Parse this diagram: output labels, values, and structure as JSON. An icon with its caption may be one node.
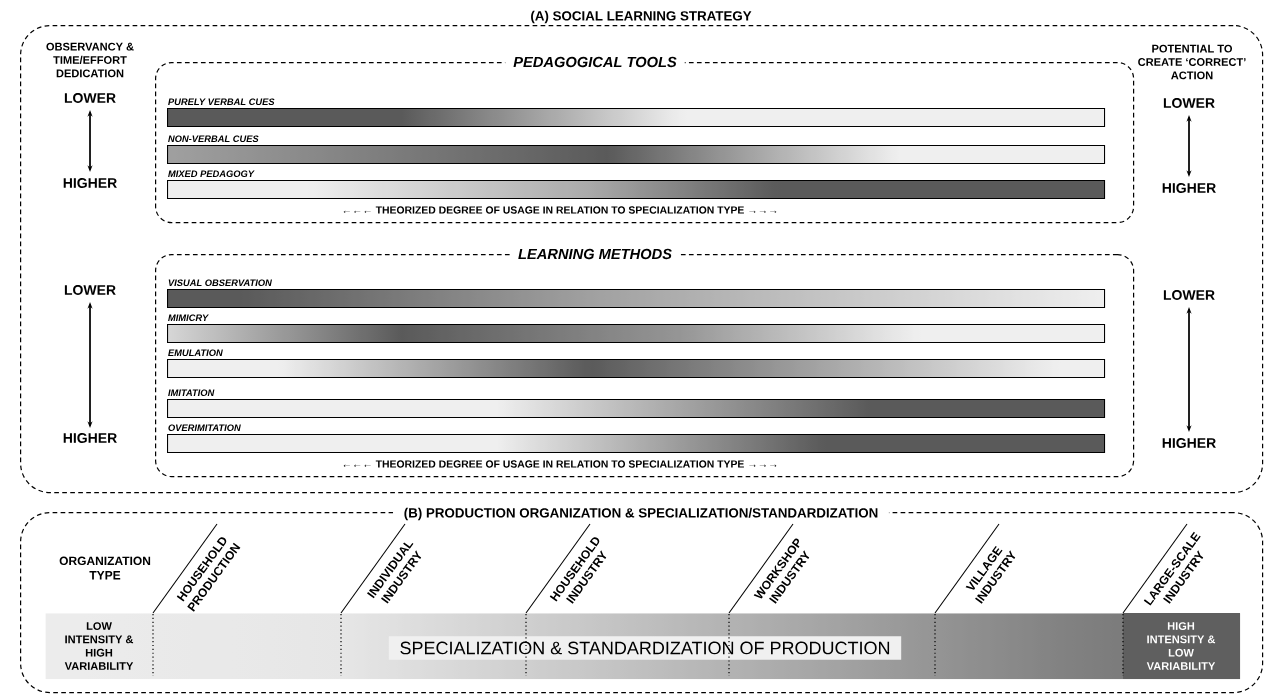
{
  "diagram": {
    "nodes": [
      {
        "text": [
          "(A) SOCIAL LEARNING STRATEGY"
        ]
      },
      {
        "text": [
          "PEDAGOGICAL TOOLS",
          "←←← THEORIZED DEGREE OF USAGE IN RELATION TO SPECIALIZATION TYPE →→→"
        ],
        "in": 0
      },
      {
        "text": [
          "PURELY VERBAL CUES"
        ],
        "in": 1
      },
      {
        "text": [
          "NON-VERBAL CUES"
        ],
        "in": 1
      },
      {
        "text": [
          "MIXED PEDAGOGY"
        ],
        "in": 1
      },
      {
        "text": [
          "LEARNING METHODS",
          "←←← THEORIZED DEGREE OF USAGE IN RELATION TO SPECIALIZATION TYPE →→→"
        ],
        "in": 0
      },
      {
        "text": [
          "VISUAL OBSERVATION"
        ],
        "in": 5
      },
      {
        "text": [
          "MIMICRY"
        ],
        "in": 5
      },
      {
        "text": [
          "EMULATION"
        ],
        "in": 5
      },
      {
        "text": [
          "IMITATION"
        ],
        "in": 5
      },
      {
        "text": [
          "OVERIMITATION"
        ],
        "in": 5
      },
      {
        "text": [
          "(B) PRODUCTION ORGANIZATION & SPECIALIZATION/STANDARDIZATION"
        ]
      },
      {
        "text": [
          "LOW INTENSITY & HIGH VARIABILITY",
          "SPECIALIZATION & STANDARDIZATION OF PRODUCTION",
          "HIGH INTENSITY & LOW VARIABILITY"
        ],
        "in": 11
      }
    ],
    "labels": [
      "OBSERVANCY & TIME/EFFORT DEDICATION",
      "POTENTIAL TO CREATE ‘CORRECT’ ACTION",
      "LOWER",
      "LOWER",
      "HIGHER",
      "HIGHER",
      "LOWER",
      "LOWER",
      "HIGHER",
      "HIGHER",
      "ORGANIZATION TYPE",
      "HOUSEHOLD PRODUCTION",
      "INDIVIDUAL INDUSTRY",
      "HOUSEHOLD INDUSTRY",
      "WORKSHOP INDUSTRY",
      "VILLAGE INDUSTRY",
      "LARGE-SCALE INDUSTRY"
    ]
  }
}
